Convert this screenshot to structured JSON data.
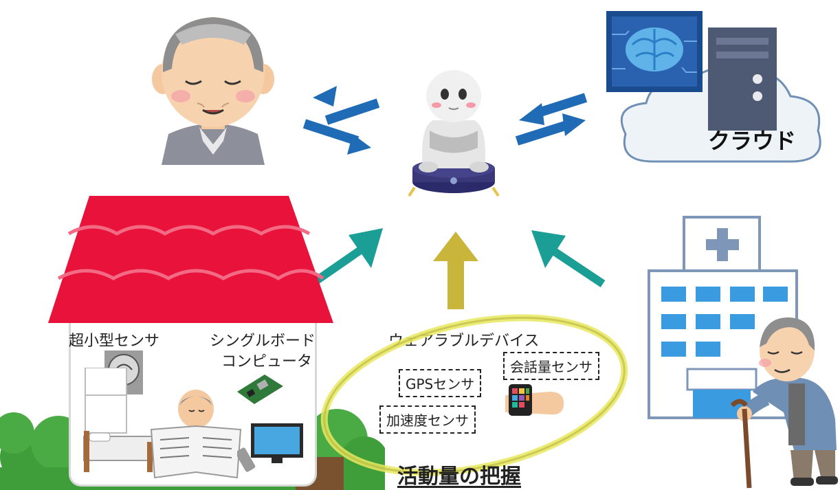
{
  "cloud": {
    "label": "クラウド"
  },
  "house": {
    "sensor_label": "超小型センサ",
    "board_label_line1": "シングルボード",
    "board_label_line2": "コンピュータ"
  },
  "wearable": {
    "label": "ウェアラブルデバイス",
    "items": [
      "会話量センサ",
      "GPSセンサ",
      "加速度センサ"
    ]
  },
  "footer": {
    "title": "活動量の把握"
  },
  "colors": {
    "blue_arrow": "#1f6bb5",
    "teal_arrow": "#1a9e95",
    "olive_arrow": "#c8b53a",
    "roof": "#e8123a"
  }
}
